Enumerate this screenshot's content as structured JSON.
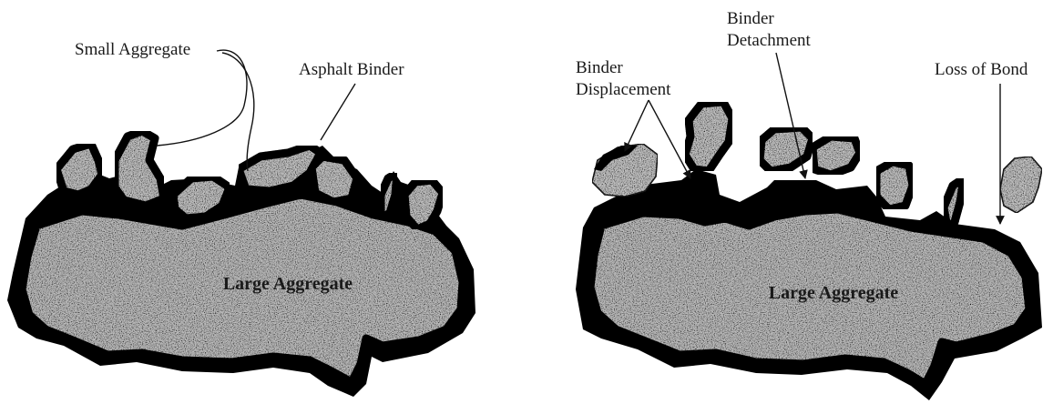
{
  "colors": {
    "binder": "#000000",
    "aggregate_base": "#bdbdbd",
    "label_text": "#1a1a1a"
  },
  "left_panel": {
    "large_aggregate": "Large Aggregate",
    "small_aggregate": "Small Aggregate",
    "asphalt_binder": "Asphalt Binder"
  },
  "right_panel": {
    "large_aggregate": "Large Aggregate",
    "binder_displacement_line1": "Binder",
    "binder_displacement_line2": "Displacement",
    "binder_detachment_line1": "Binder",
    "binder_detachment_line2": "Detachment",
    "loss_of_bond": "Loss of Bond"
  }
}
